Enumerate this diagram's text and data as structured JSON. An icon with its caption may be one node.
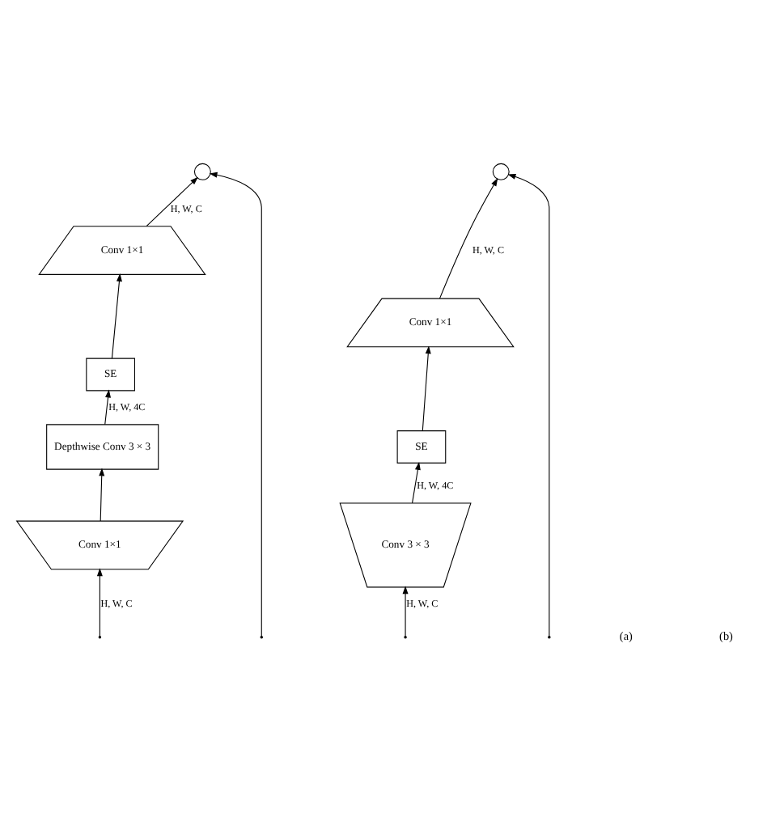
{
  "diagram": {
    "nodes": [
      {
        "text": [],
        "shape": "circle"
      },
      {
        "text": [
          "Conv 1×1"
        ]
      },
      {
        "text": [
          "SE"
        ]
      },
      {
        "text": [
          "Depthwise Conv 3 × 3"
        ]
      },
      {
        "text": [
          "Conv 1×1"
        ]
      },
      {
        "text": [],
        "shape": "circle"
      },
      {
        "text": [
          "Conv 1×1"
        ]
      },
      {
        "text": [
          "SE"
        ]
      },
      {
        "text": [
          "Conv 3 × 3"
        ]
      }
    ],
    "edges": [
      {
        "from": null,
        "to": 4,
        "arrow": "to",
        "label": "H, W, C"
      },
      {
        "from": 4,
        "to": 3,
        "arrow": "to"
      },
      {
        "from": 3,
        "to": 2,
        "arrow": "to",
        "label": "H, W, 4C"
      },
      {
        "from": 2,
        "to": 1,
        "arrow": "to"
      },
      {
        "from": 1,
        "to": 0,
        "arrow": "to",
        "label": "H, W, C"
      },
      {
        "from": null,
        "to": 0,
        "arrow": "to"
      },
      {
        "from": null,
        "to": 8,
        "arrow": "to",
        "label": "H, W, C"
      },
      {
        "from": 8,
        "to": 7,
        "arrow": "to",
        "label": "H, W, 4C"
      },
      {
        "from": 7,
        "to": 6,
        "arrow": "to"
      },
      {
        "from": 6,
        "to": 5,
        "arrow": "to",
        "label": "H, W, C"
      },
      {
        "from": null,
        "to": 5,
        "arrow": "to"
      }
    ],
    "labels": [
      "(a)",
      "(b)"
    ]
  }
}
